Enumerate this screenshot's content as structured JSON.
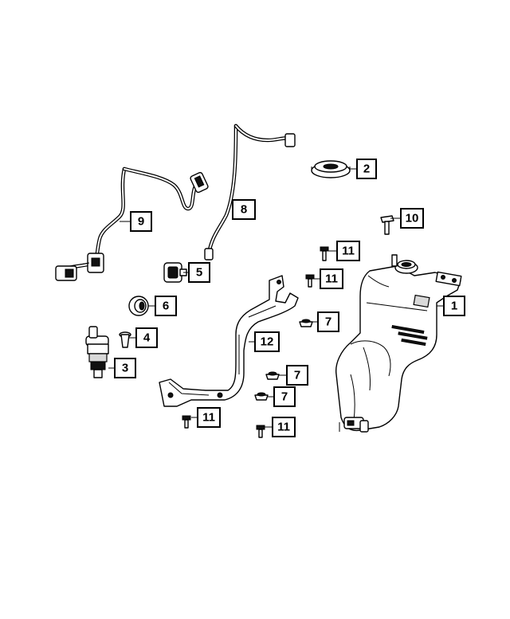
{
  "diagram": {
    "line_color": "#000000",
    "background": "#ffffff",
    "callouts": [
      {
        "id": "c1",
        "label": "1"
      },
      {
        "id": "c2",
        "label": "2"
      },
      {
        "id": "c3",
        "label": "3"
      },
      {
        "id": "c4",
        "label": "4"
      },
      {
        "id": "c5",
        "label": "5"
      },
      {
        "id": "c6",
        "label": "6"
      },
      {
        "id": "c7a",
        "label": "7"
      },
      {
        "id": "c7b",
        "label": "7"
      },
      {
        "id": "c7c",
        "label": "7"
      },
      {
        "id": "c8",
        "label": "8"
      },
      {
        "id": "c9",
        "label": "9"
      },
      {
        "id": "c10",
        "label": "10"
      },
      {
        "id": "c11a",
        "label": "11"
      },
      {
        "id": "c11b",
        "label": "11"
      },
      {
        "id": "c11c",
        "label": "11"
      },
      {
        "id": "c11d",
        "label": "11"
      },
      {
        "id": "c12",
        "label": "12"
      }
    ]
  }
}
